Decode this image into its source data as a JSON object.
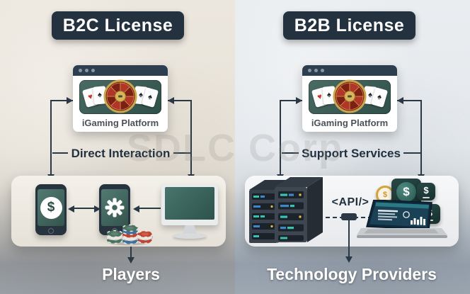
{
  "watermark": {
    "text": "SDLC Corp"
  },
  "symbols": {
    "dollar": "$",
    "heart": "♥",
    "spade": "♠"
  },
  "b2c": {
    "title": "B2C License",
    "platform_label": "iGaming Platform",
    "relation_label": "Direct Interaction",
    "audience_label": "Players"
  },
  "b2b": {
    "title": "B2B License",
    "platform_label": "iGaming Platform",
    "relation_label": "Support Services",
    "api_label": "<API/>",
    "audience_label": "Technology Providers"
  },
  "colors": {
    "badge_navy": "#243240",
    "line_navy": "#2b3947",
    "screen_teal": "#3a5f57",
    "wheel_red": "#b23527",
    "gold": "#d0a23f",
    "chip_red": "#bf4434",
    "chip_blue": "#3f6f9e",
    "chip_green": "#4b7260",
    "panel_cream": "#f0ece4",
    "panel_cool": "#f3f4f6"
  }
}
